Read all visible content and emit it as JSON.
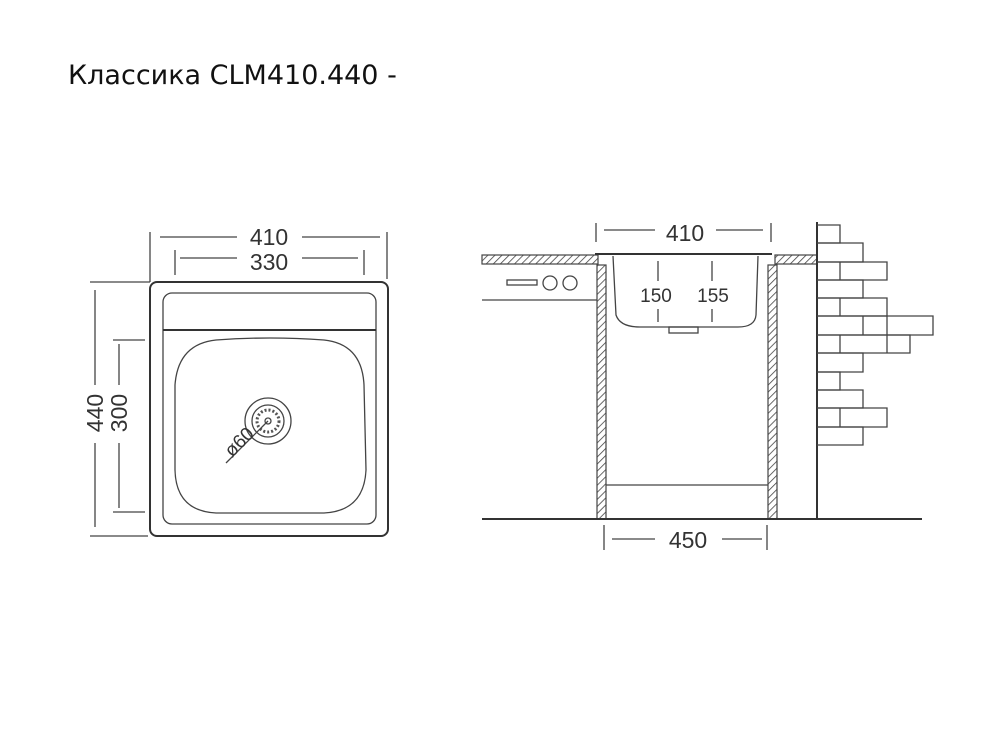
{
  "title": "Классика CLM410.440 -",
  "top_view": {
    "width_outer": "410",
    "width_bowl": "330",
    "length_outer": "440",
    "length_bowl": "300",
    "drain_diameter": "ø60"
  },
  "side_view": {
    "width_outer": "410",
    "depth_left": "150",
    "depth_right": "155",
    "cabinet_width": "450"
  }
}
